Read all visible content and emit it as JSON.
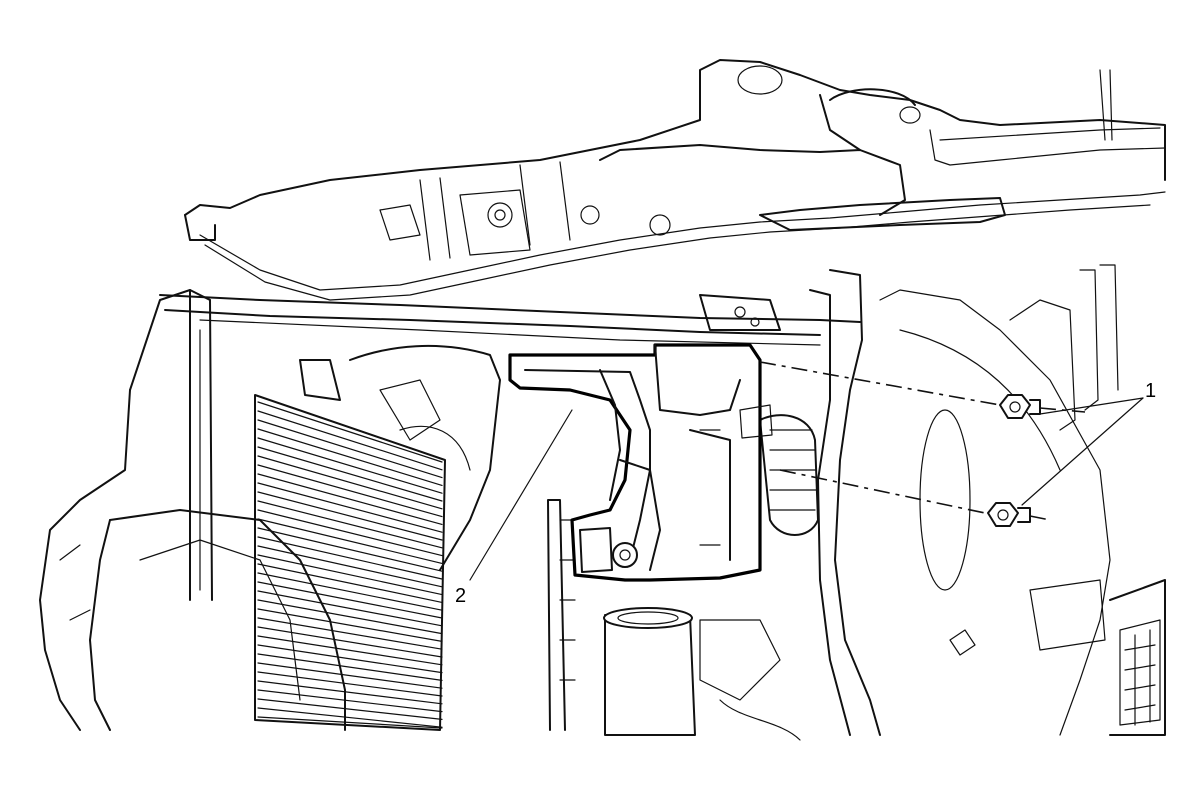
{
  "diagram": {
    "callouts": [
      {
        "id": "1",
        "label": "1"
      },
      {
        "id": "2",
        "label": "2"
      }
    ]
  }
}
